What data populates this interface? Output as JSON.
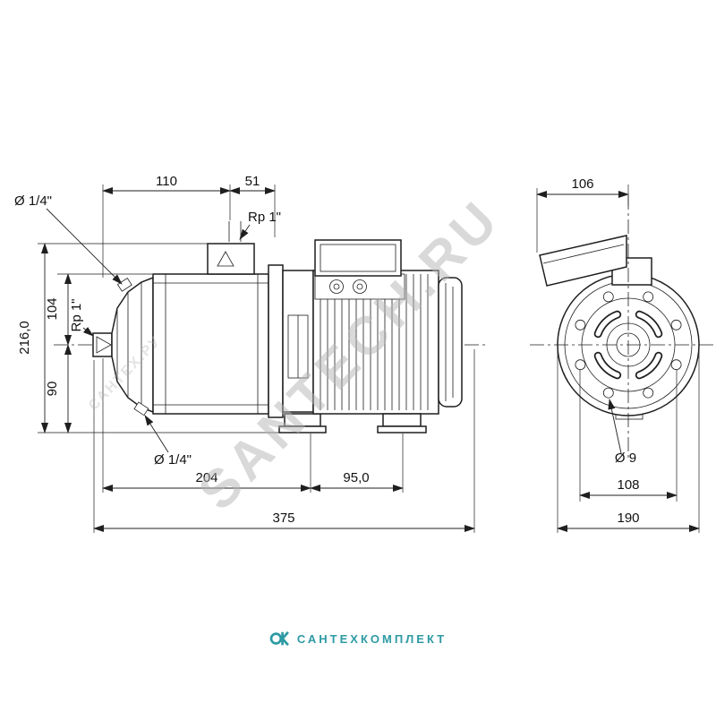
{
  "colors": {
    "brand": "#2d9aa3",
    "line": "#1f1f1f",
    "watermark": "#b5b5b5"
  },
  "watermarks": {
    "primary": "SANTECH.RU",
    "secondary": "САНТЕХ.РУ"
  },
  "footer": {
    "brand": "САНТЕХКОМПЛЕКТ"
  },
  "side_view": {
    "dim_110": "110",
    "dim_51": "51",
    "discharge_port": "Rp 1\"",
    "plug_top": "Ø 1/4\"",
    "dim_216": "216,0",
    "dim_104": "104",
    "suction_port": "Rp 1\"",
    "dim_90": "90",
    "plug_bottom": "Ø 1/4\"",
    "dim_204": "204",
    "dim_95": "95,0",
    "dim_375": "375"
  },
  "front_view": {
    "dim_106": "106",
    "hole_dia": "Ø 9",
    "dim_108": "108",
    "dim_190": "190"
  }
}
